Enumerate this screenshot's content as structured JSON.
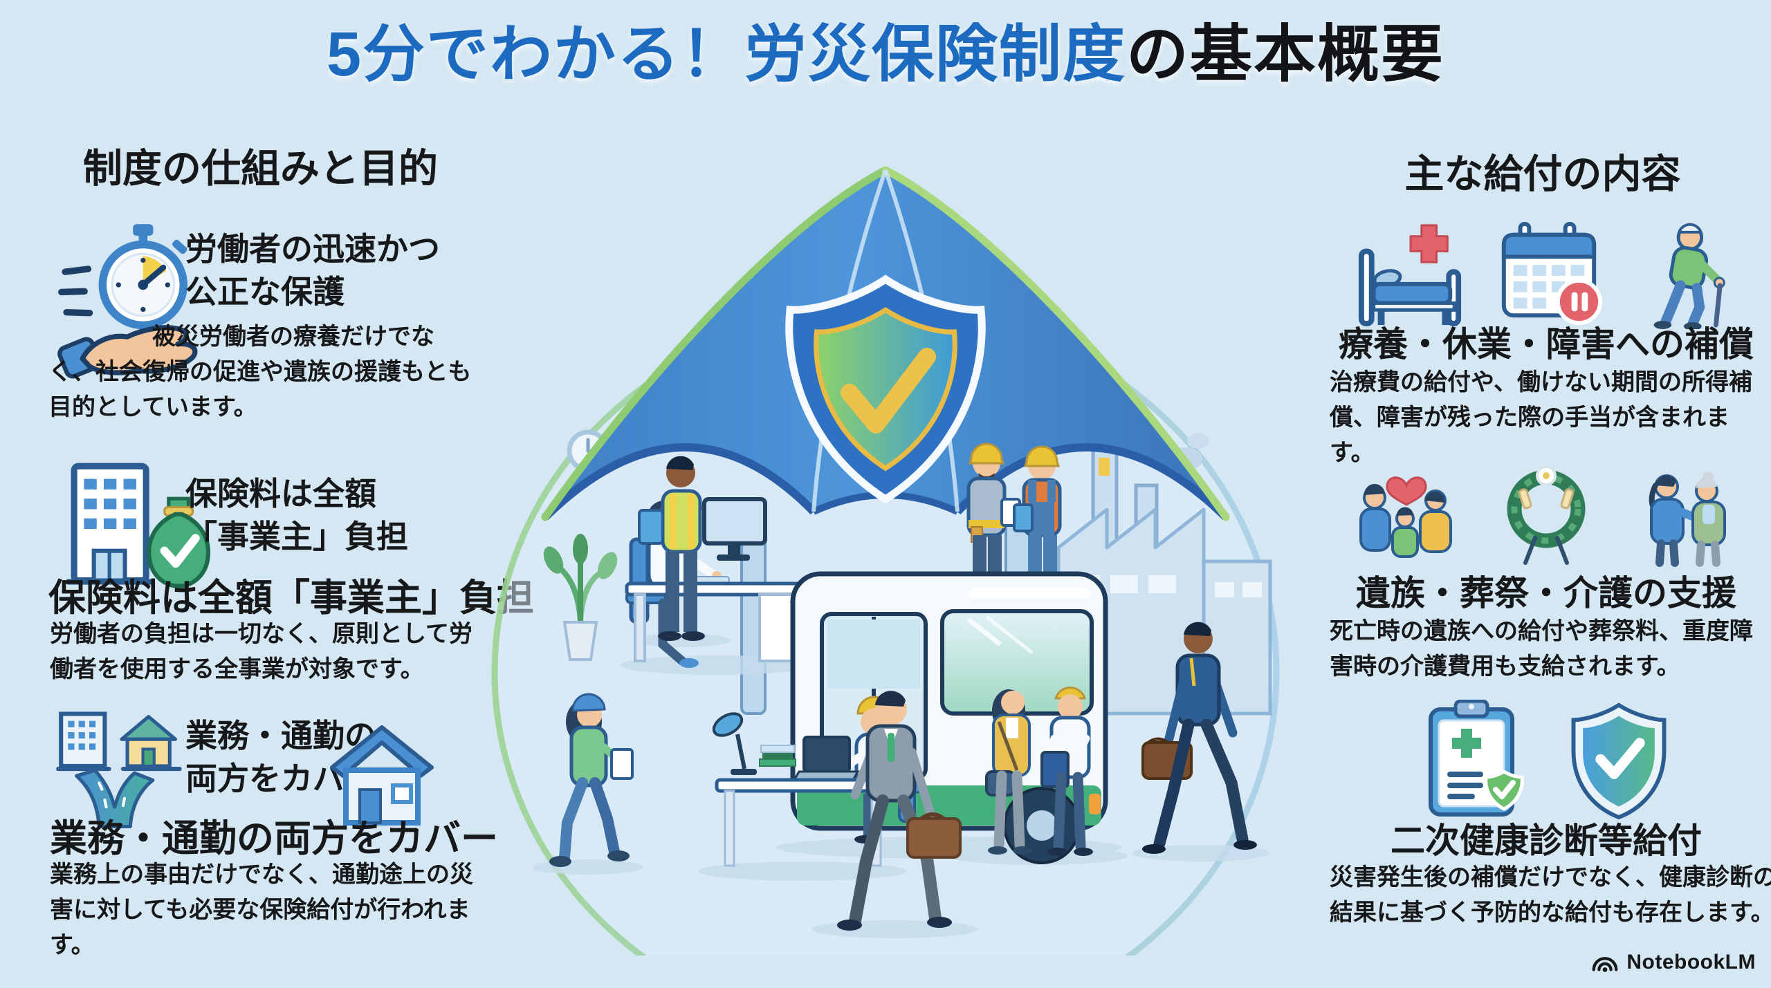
{
  "title": {
    "highlight": "5分でわかる！労災保険制度",
    "rest": "の基本概要"
  },
  "left": {
    "header": "制度の仕組みと目的",
    "items": [
      {
        "icon": "stopwatch-hand",
        "heading_line1": "労働者の迅速かつ",
        "heading_line2": "公正な保護",
        "description": "被災労働者の療養だけでなく、社会復帰の促進や遺族の援護もとも目的としています。"
      },
      {
        "icon": "building-moneybag",
        "heading_line1": "保険料は全額",
        "heading_line2": "「事業主」負担",
        "subheading": "保険料は全額「事業主」負担",
        "description": "労働者の負担は一切なく、原則として労働者を使用する全事業が対象です。"
      },
      {
        "icon": "commute-route",
        "icon_right": "house",
        "heading_line1": "業務・通勤の",
        "heading_line2": "両方をカバー",
        "subheading": "業務・通勤の両方をカバー",
        "description": "業務上の事由だけでなく、通勤途上の災害に対しても必要な保険給付が行われます。"
      }
    ]
  },
  "right": {
    "header": "主な給付の内容",
    "items": [
      {
        "icons": [
          "hospital-bed",
          "calendar-pause",
          "elderly-cane"
        ],
        "heading": "療養・休業・障害への補償",
        "description": "治療費の給付や、働けない期間の所得補償、障害が残った際の手当が含まれます。"
      },
      {
        "icons": [
          "family-heart",
          "funeral-wreath",
          "caregiver"
        ],
        "heading": "遺族・葬祭・介護の支援",
        "description": "死亡時の遺族への給付や葬祭料、重度障害時の介護費用も支給されます。"
      },
      {
        "icons": [
          "medical-checklist",
          "shield-check"
        ],
        "heading": "二次健康診断等給付",
        "description": "災害発生後の補償だけでなく、健康診断の結果に基づく予防的な給付も存在します。"
      }
    ]
  },
  "center_illustration": {
    "elements": [
      "protection-canopy",
      "shield-check",
      "dome-arc",
      "office-desk-worker",
      "safety-vest-worker",
      "construction-workers",
      "factory",
      "commuter-bus",
      "laptop-worker",
      "walking-worker",
      "businessman-briefcase",
      "commuting-pair",
      "businessman-right"
    ]
  },
  "footer": {
    "brand": "NotebookLM"
  },
  "colors": {
    "background": "#d5e7f3",
    "title_blue": "#1d6bc0",
    "text_dark": "#17181a",
    "canopy_blue": "#4c92d8",
    "rim_green": "#8fcb72",
    "shield_gold": "#e7bb44",
    "bus_green": "#43b07c"
  }
}
